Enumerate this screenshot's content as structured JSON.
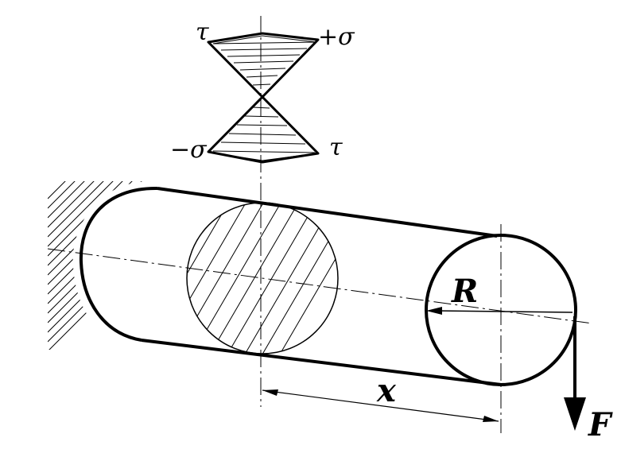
{
  "labels": {
    "tau_top": "τ",
    "sigma_plus": "+σ",
    "sigma_minus": "−σ",
    "tau_bottom": "τ",
    "radius": "R",
    "distance": "x",
    "force": "F"
  },
  "colors": {
    "stroke": "#000000",
    "background": "#ffffff"
  }
}
